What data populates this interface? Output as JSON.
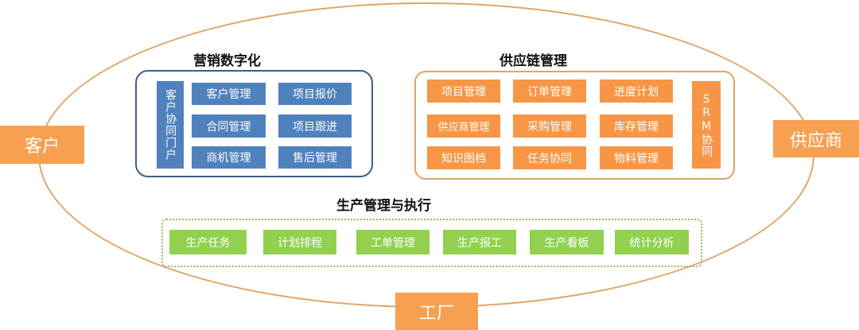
{
  "outer_labels": {
    "customer": "客户",
    "supplier": "供应商",
    "factory": "工厂"
  },
  "marketing": {
    "title": "营销数字化",
    "portal": "客户协同门户",
    "items": [
      "客户管理",
      "项目报价",
      "合同管理",
      "项目跟进",
      "商机管理",
      "售后管理"
    ]
  },
  "supply_chain": {
    "title": "供应链管理",
    "items": [
      "项目管理",
      "订单管理",
      "进度计划",
      "供应商管理",
      "采购管理",
      "库存管理",
      "知识图档",
      "任务协同",
      "物料管理"
    ],
    "srm": "SRM协同"
  },
  "production": {
    "title": "生产管理与执行",
    "items": [
      "生产任务",
      "计划排程",
      "工单管理",
      "生产报工",
      "生产看板",
      "统计分析"
    ]
  },
  "colors": {
    "ellipse": "#e0a468",
    "marketing_border": "#3e5e86",
    "blue_box": "#4f81bd",
    "orange_box": "#f79646",
    "green_box": "#92d050",
    "outer_tag": "#f7a052"
  }
}
